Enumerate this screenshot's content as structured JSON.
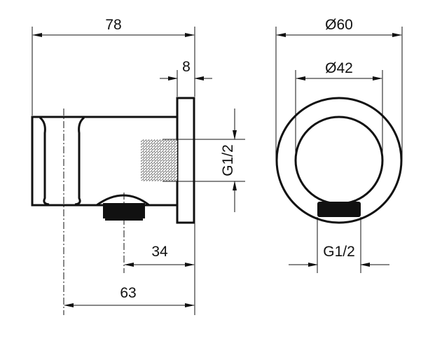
{
  "drawing": {
    "side_view": {
      "total_length": "78",
      "flange_thickness": "8",
      "thread_inlet": "G1/2",
      "outlet_offset": "34",
      "holder_offset": "63"
    },
    "front_view": {
      "outer_diameter": "Ø60",
      "inner_diameter": "Ø42",
      "outlet_thread": "G1/2"
    },
    "colors": {
      "line": "#111111",
      "background": "#ffffff"
    }
  }
}
